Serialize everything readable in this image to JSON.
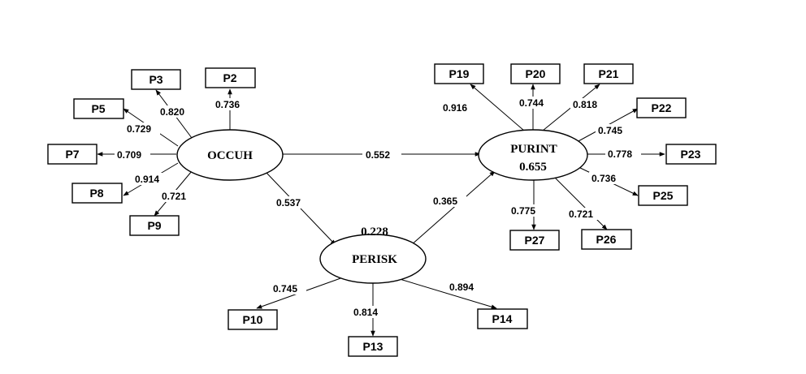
{
  "latent": {
    "occuh": {
      "label": "OCCUH"
    },
    "purint": {
      "label": "PURINT",
      "r2": "0.655"
    },
    "perisk": {
      "label": "PERISK",
      "r2": "0.228"
    }
  },
  "indicators": {
    "P2": "P2",
    "P3": "P3",
    "P5": "P5",
    "P7": "P7",
    "P8": "P8",
    "P9": "P9",
    "P10": "P10",
    "P13": "P13",
    "P14": "P14",
    "P19": "P19",
    "P20": "P20",
    "P21": "P21",
    "P22": "P22",
    "P23": "P23",
    "P25": "P25",
    "P26": "P26",
    "P27": "P27"
  },
  "loadings": {
    "occuh_p3": "0.820",
    "occuh_p2": "0.736",
    "occuh_p5": "0.729",
    "occuh_p7": "0.709",
    "occuh_p8": "0.914",
    "occuh_p9": "0.721",
    "perisk_p10": "0.745",
    "perisk_p13": "0.814",
    "perisk_p14": "0.894",
    "purint_p19": "0.916",
    "purint_p20": "0.744",
    "purint_p21": "0.818",
    "purint_p22": "0.745",
    "purint_p23": "0.778",
    "purint_p25": "0.736",
    "purint_p26": "0.721",
    "purint_p27": "0.775"
  },
  "paths": {
    "occuh_purint": "0.552",
    "occuh_perisk": "0.537",
    "perisk_purint": "0.365"
  }
}
